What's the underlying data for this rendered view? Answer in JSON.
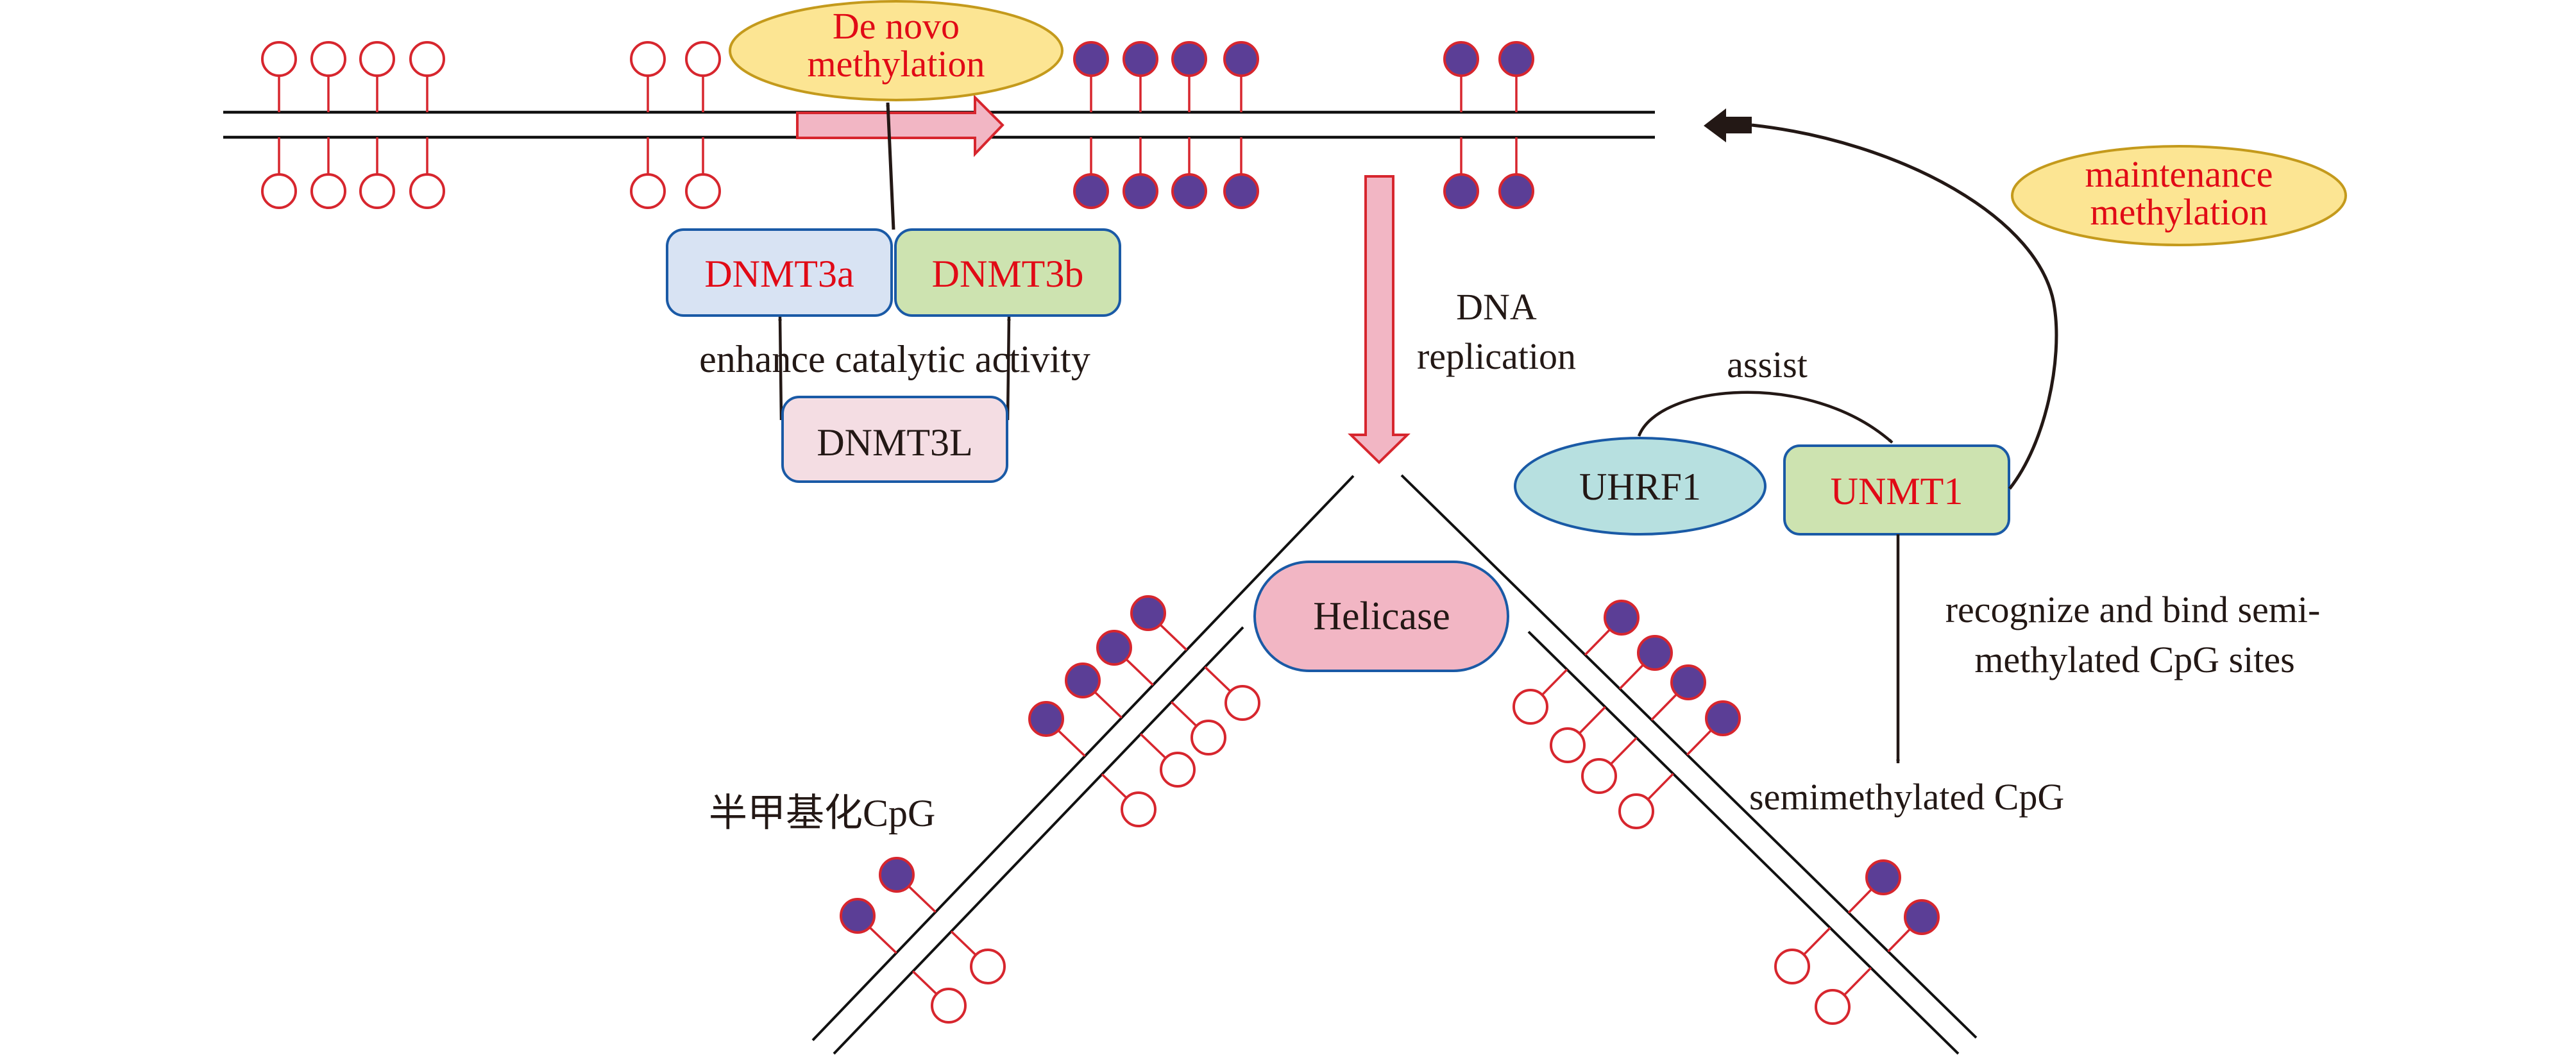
{
  "diagram": {
    "title": "DNA methylation: de novo and maintenance",
    "colors": {
      "strand": "#111111",
      "cpg_stroke": "#D7262E",
      "cpg_methylated_fill": "#5B3E96",
      "cpg_unmethylated_fill": "#FFFFFF",
      "label_red": "#E10A16",
      "label_dark": "#231815",
      "ellipse_yellow_fill": "#FCE593",
      "ellipse_yellow_stroke": "#C49A1C",
      "box_blue_fill": "#D8E3F3",
      "box_green_fill": "#CDE3B0",
      "box_pink_fill": "#F4DDE3",
      "box_stroke": "#1A5AA6",
      "uhrf1_fill": "#B7E0E0",
      "helicase_fill": "#F2B6C4",
      "process_arrow_fill": "#F2B6C4",
      "process_arrow_stroke": "#D7262E"
    },
    "labels": {
      "de_novo": [
        "De novo",
        "methylation"
      ],
      "maintenance": [
        "maintenance",
        "methylation"
      ],
      "dnmt3a": "DNMT3a",
      "dnmt3b": "DNMT3b",
      "dnmt3l": "DNMT3L",
      "enhance": "enhance catalytic activity",
      "dna_replication": [
        "DNA",
        "replication"
      ],
      "assist": "assist",
      "uhrf1": "UHRF1",
      "unmt1": "UNMT1",
      "recognize": [
        "recognize and bind semi-",
        "methylated CpG sites"
      ],
      "semimethylated": "semimethylated CpG",
      "helicase": "Helicase",
      "semimethylated_cn": "半甲基化CpG"
    },
    "top_duplex": {
      "unmethylated_sites": 6,
      "methylated_sites": 6,
      "sites": [
        {
          "state": "unmethylated"
        },
        {
          "state": "unmethylated"
        },
        {
          "state": "unmethylated"
        },
        {
          "state": "unmethylated"
        },
        {
          "state": "unmethylated"
        },
        {
          "state": "unmethylated"
        },
        {
          "state": "methylated"
        },
        {
          "state": "methylated"
        },
        {
          "state": "methylated"
        },
        {
          "state": "methylated"
        },
        {
          "state": "methylated"
        },
        {
          "state": "methylated"
        }
      ]
    },
    "fork": {
      "left_arm": {
        "groups": [
          {
            "pairs": 4,
            "parental": "methylated",
            "daughter": "unmethylated"
          },
          {
            "pairs": 2,
            "parental": "methylated",
            "daughter": "unmethylated"
          }
        ]
      },
      "right_arm": {
        "groups": [
          {
            "pairs": 4,
            "parental": "methylated",
            "daughter": "unmethylated"
          },
          {
            "pairs": 2,
            "parental": "methylated",
            "daughter": "unmethylated"
          }
        ]
      }
    }
  }
}
